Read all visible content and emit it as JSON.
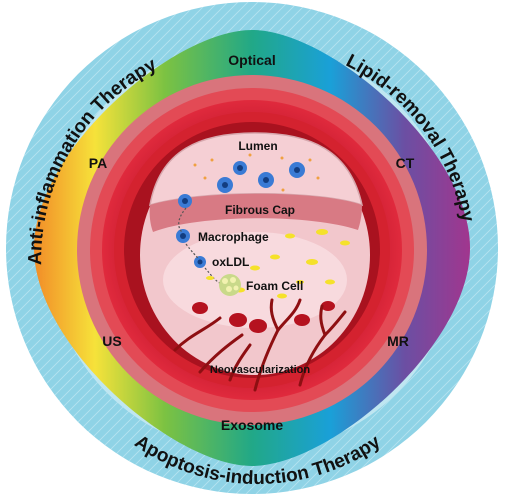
{
  "therapies": {
    "top_left": "Anti-inflammation Therapy",
    "top_right": "Lipid-removal Therapy",
    "bottom": "Apoptosis-induction Therapy"
  },
  "modalities": {
    "top": "Optical",
    "left_upper": "PA",
    "right_upper": "CT",
    "left_lower": "US",
    "right_lower": "MR",
    "bottom": "Exosome"
  },
  "vessel": {
    "lumen": "Lumen",
    "fibrous_cap": "Fibrous Cap",
    "macrophage": "Macrophage",
    "oxldl": "oxLDL",
    "foam_cell": "Foam Cell",
    "neovascularization": "Neovascularization"
  },
  "colors": {
    "outer_ring": "#8fd3e6",
    "vessel_wall": "#c8102e",
    "lumen_fill": "#f5c6cc",
    "plaque_fill": "#f2c7cc",
    "cell_blue": "#3a7bd5",
    "lipid_yellow": "#f5e12a"
  }
}
